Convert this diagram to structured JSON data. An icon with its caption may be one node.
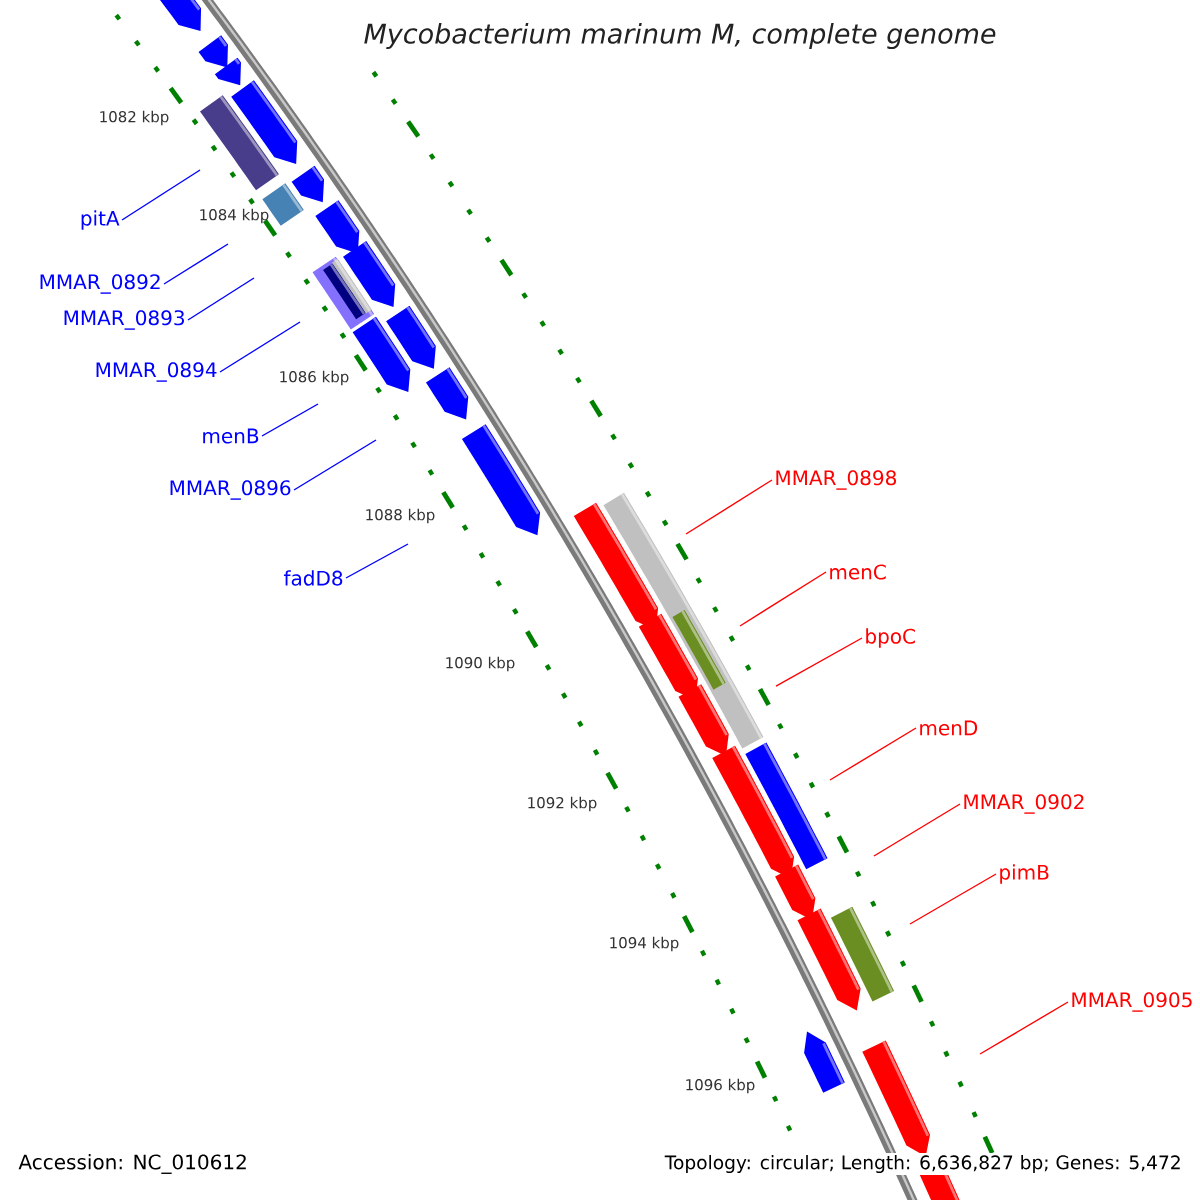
{
  "diagram": {
    "title": "Mycobacterium marinum M, complete genome",
    "nodes": [
      {
        "text": [
          "pitA"
        ]
      },
      {
        "text": [
          "MMAR_0892"
        ]
      },
      {
        "text": [
          "MMAR_0893"
        ]
      },
      {
        "text": [
          "MMAR_0894"
        ]
      },
      {
        "text": [
          "menB"
        ]
      },
      {
        "text": [
          "MMAR_0896"
        ]
      },
      {
        "text": [
          "fadD8"
        ]
      },
      {
        "text": [
          "MMAR_0898"
        ]
      },
      {
        "text": [
          "menC"
        ]
      },
      {
        "text": [
          "bpoC"
        ]
      },
      {
        "text": [
          "menD"
        ]
      },
      {
        "text": [
          "MMAR_0902"
        ]
      },
      {
        "text": [
          "pimB"
        ]
      },
      {
        "text": [
          "MMAR_0905"
        ]
      }
    ],
    "edges": [
      {
        "from": 0,
        "to": null,
        "arrow": "none",
        "color": "#0000ff"
      },
      {
        "from": 1,
        "to": null,
        "arrow": "none",
        "color": "#0000ff"
      },
      {
        "from": 2,
        "to": null,
        "arrow": "none",
        "color": "#0000ff"
      },
      {
        "from": 3,
        "to": null,
        "arrow": "none",
        "color": "#0000ff"
      },
      {
        "from": 4,
        "to": null,
        "arrow": "none",
        "color": "#0000ff"
      },
      {
        "from": 5,
        "to": null,
        "arrow": "none",
        "color": "#0000ff"
      },
      {
        "from": 6,
        "to": null,
        "arrow": "none",
        "color": "#0000ff"
      },
      {
        "from": 7,
        "to": null,
        "arrow": "none",
        "color": "#ff0000"
      },
      {
        "from": 8,
        "to": null,
        "arrow": "none",
        "color": "#ff0000"
      },
      {
        "from": 9,
        "to": null,
        "arrow": "none",
        "color": "#ff0000"
      },
      {
        "from": 10,
        "to": null,
        "arrow": "none",
        "color": "#ff0000"
      },
      {
        "from": 11,
        "to": null,
        "arrow": "none",
        "color": "#ff0000"
      },
      {
        "from": 12,
        "to": null,
        "arrow": "none",
        "color": "#ff0000"
      },
      {
        "from": 13,
        "to": null,
        "arrow": "none",
        "color": "#ff0000"
      }
    ],
    "labels": [
      "1082 kbp",
      "1084 kbp",
      "1086 kbp",
      "1088 kbp",
      "1090 kbp",
      "1092 kbp",
      "1094 kbp",
      "1096 kbp",
      "Accession: NC_010612",
      "Topology: circular; Length: 6,636,827 bp; Genes: 5,472"
    ]
  }
}
